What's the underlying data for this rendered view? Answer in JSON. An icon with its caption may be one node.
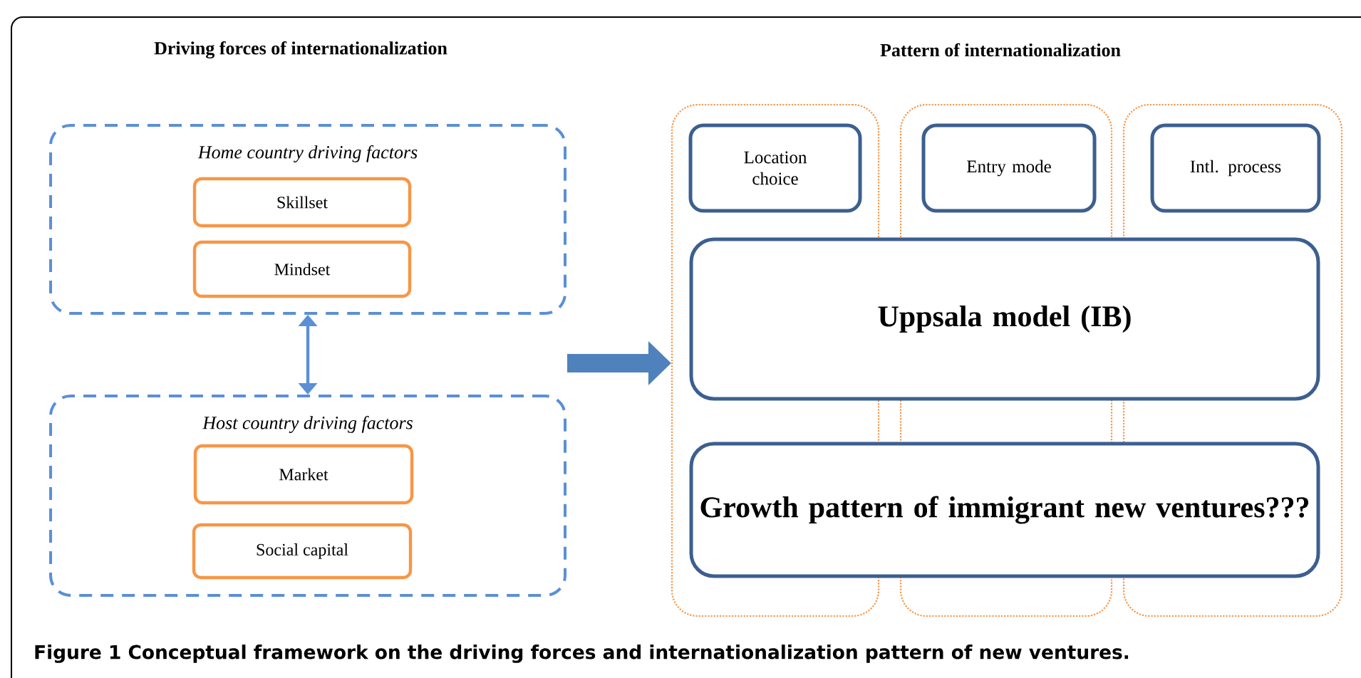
{
  "diagram": {
    "caption": "Figure 1 Conceptual framework on the driving forces and internationalization pattern of new ventures.",
    "nodes": [
      {
        "text": [
          "Home country driving factors"
        ]
      },
      {
        "text": [
          "Skillset"
        ],
        "in": 0
      },
      {
        "text": [
          "Mindset"
        ],
        "in": 0
      },
      {
        "text": [
          "Host country driving factors"
        ]
      },
      {
        "text": [
          "Market"
        ],
        "in": 3
      },
      {
        "text": [
          "Social capital"
        ],
        "in": 3
      },
      {
        "text": [],
        "shape": "box"
      },
      {
        "text": [
          "Location choice"
        ],
        "in": 6
      },
      {
        "text": [],
        "shape": "box"
      },
      {
        "text": [
          "Entry mode"
        ],
        "in": 8
      },
      {
        "text": [],
        "shape": "box"
      },
      {
        "text": [
          "Intl. process"
        ],
        "in": 10
      },
      {
        "text": [
          "Uppsala model (IB)"
        ]
      },
      {
        "text": [
          "Growth pattern of immigrant new ventures???"
        ]
      }
    ],
    "edges": [
      {
        "from": 0,
        "to": 3,
        "arrow": "both"
      },
      {
        "from": null,
        "to": 6,
        "arrow": "to",
        "style": "thick"
      }
    ],
    "labels": [
      "Driving forces of internationalization",
      "Pattern of internationalization"
    ]
  }
}
